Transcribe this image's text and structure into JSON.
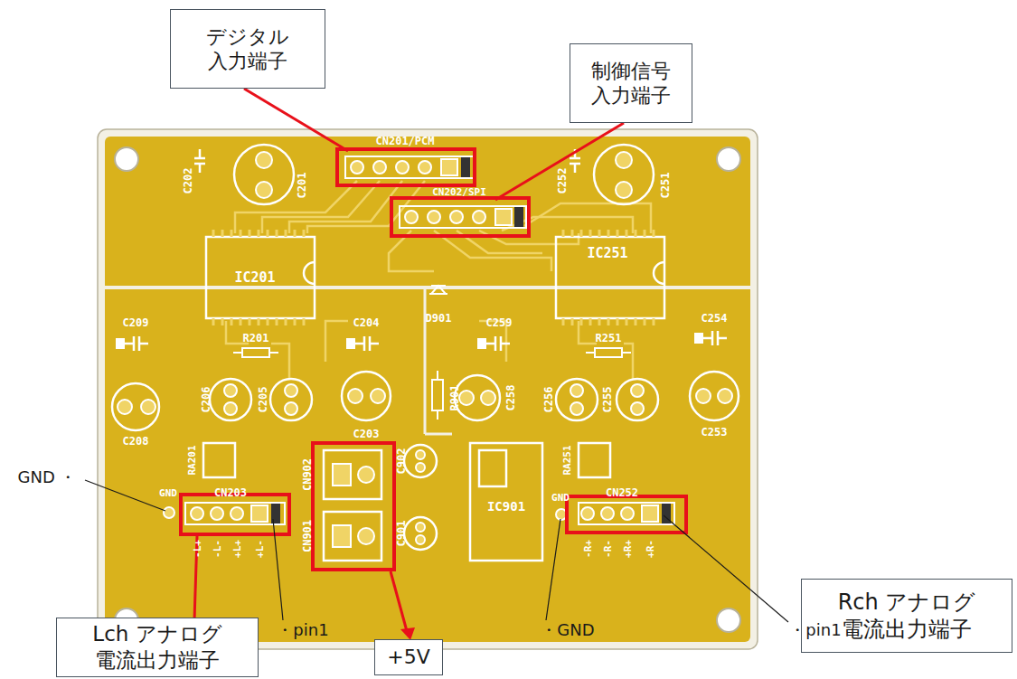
{
  "diagram": {
    "nodes": [
      {
        "text": [
          "デジタル 入力端子"
        ]
      },
      {
        "text": [
          "制御信号 入力端子"
        ]
      },
      {
        "text": [
          "Rch アナログ 電流出力端子"
        ]
      },
      {
        "text": [
          "Lch アナログ 電流出力端子"
        ]
      },
      {
        "text": [
          "+5V"
        ]
      }
    ],
    "labels": [
      "CN201/PCM",
      "C202",
      "C201",
      "CN202/SPI",
      "C252",
      "C251",
      "IC201",
      "IC251",
      "D901",
      "C209",
      "C204",
      "C259",
      "C254",
      "R201",
      "R251",
      "C206",
      "C205",
      "C203",
      "R901",
      "C258",
      "C256",
      "C255",
      "C208",
      "C253",
      "RA201",
      "CN902",
      "C902",
      "IC901",
      "RA251",
      "GND",
      "CN203",
      "CN901",
      "C901",
      "GND",
      "CN252",
      "-L+",
      "-L-",
      "+L+",
      "+L-",
      "-R+",
      "-R-",
      "+R+",
      "+R-",
      "GND ・",
      "・pin1",
      "・GND",
      "・pin1"
    ]
  }
}
